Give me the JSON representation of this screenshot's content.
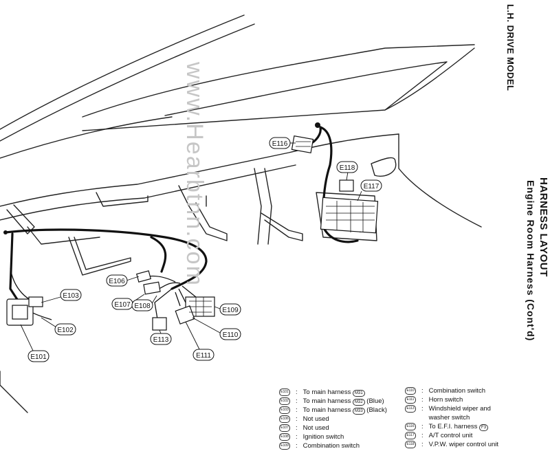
{
  "header": {
    "model": "L.H. DRIVE MODEL",
    "title": "HARNESS LAYOUT",
    "subtitle": "Engine Room Harness (Cont'd)"
  },
  "watermark": "www.Hearbtnn.com",
  "connectors": {
    "e101": "E101",
    "e102": "E102",
    "e103": "E103",
    "e106": "E106",
    "e107": "E107",
    "e108": "E108",
    "e109": "E109",
    "e110": "E110",
    "e111": "E111",
    "e113": "E113",
    "e116": "E116",
    "e117": "E117",
    "e118": "E118"
  },
  "legend_left": [
    {
      "code": "E101",
      "text": "To main harness",
      "ref": "M31",
      "suffix": ""
    },
    {
      "code": "E102",
      "text": "To main harness",
      "ref": "M32",
      "suffix": "(Blue)"
    },
    {
      "code": "E103",
      "text": "To main harness",
      "ref": "M33",
      "suffix": "(Black)"
    },
    {
      "code": "E106",
      "text": "Not used",
      "ref": "",
      "suffix": ""
    },
    {
      "code": "E107",
      "text": "Not used",
      "ref": "",
      "suffix": ""
    },
    {
      "code": "E108",
      "text": "Ignition switch",
      "ref": "",
      "suffix": ""
    },
    {
      "code": "E109",
      "text": "Combination switch",
      "ref": "",
      "suffix": ""
    }
  ],
  "legend_right": [
    {
      "code": "E110",
      "text": "Combination switch",
      "ref": "",
      "suffix": ""
    },
    {
      "code": "E111",
      "text": "Horn switch",
      "ref": "",
      "suffix": ""
    },
    {
      "code": "E113",
      "text": "Windshield wiper and\nwasher switch",
      "ref": "",
      "suffix": ""
    },
    {
      "code": "E116",
      "text": "To E.F.I. harness",
      "ref": "F3",
      "suffix": ""
    },
    {
      "code": "E117",
      "text": "A/T control unit",
      "ref": "",
      "suffix": ""
    },
    {
      "code": "E118",
      "text": "V.P.W. wiper control unit",
      "ref": "",
      "suffix": ""
    }
  ]
}
